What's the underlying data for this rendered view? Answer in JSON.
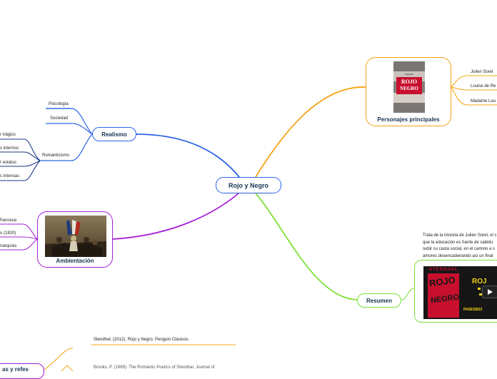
{
  "central": {
    "label": "Rojo y Negro"
  },
  "realismo": {
    "label": "Realismo",
    "items": [
      "Psicología",
      "Sociedad",
      "Romanticismo"
    ],
    "subitems": [
      "r trágico",
      "s internos",
      "r estatus",
      "s intensas"
    ]
  },
  "ambientacion": {
    "label": "Ambientación",
    "items": [
      "francesa",
      "o (1820)",
      "narquías"
    ]
  },
  "personajes": {
    "label": "Personajes principales",
    "items": [
      "Julien Sorel",
      "Louise de Re",
      "Madame Lou"
    ],
    "book_cover": {
      "author": "Stendhal",
      "title_top": "ROJO",
      "title_bottom": "NEGRO"
    }
  },
  "resumen": {
    "label": "Resumen",
    "text_lines": [
      "Trata de la historia de Julien Sorel, el c",
      "que la educación es fuerte de sabidu",
      "subir su casta social, en el camino a s",
      "amores desencadenando así un final"
    ],
    "poster": {
      "top_word": "STENDHAL",
      "title_left": "ROJO",
      "title_right": "NEGRO",
      "side_word": "ROJ",
      "corner_word": "PASESBS3"
    }
  },
  "referencias": {
    "items": [
      "Stendhal. (2012). Rojo y Negro. Penguin Clásicos.",
      "Brooks, P. (1969). The Romantic Poetics of Stendhal. Journal of"
    ],
    "partial_label": "as y refes"
  },
  "colors": {
    "blue": "#2b63e6",
    "orange": "#f4a414",
    "green": "#7ee03a",
    "purple": "#a51fd9",
    "dark_blue": "#1e3a8a"
  }
}
